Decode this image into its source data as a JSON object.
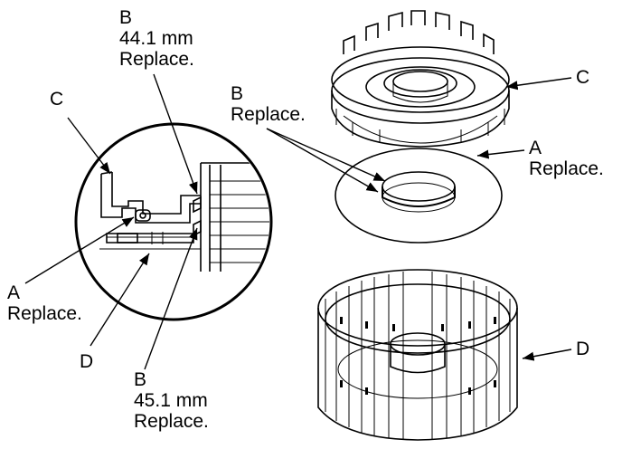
{
  "labels": {
    "top_b": {
      "letter": "B",
      "size": "44.1 mm",
      "action": "Replace."
    },
    "left_c": {
      "letter": "C"
    },
    "mid_b": {
      "letter": "B",
      "action": "Replace."
    },
    "right_c": {
      "letter": "C"
    },
    "right_a": {
      "letter": "A",
      "action": "Replace."
    },
    "left_a": {
      "letter": "A",
      "action": "Replace."
    },
    "left_d": {
      "letter": "D"
    },
    "bottom_b": {
      "letter": "B",
      "size": "45.1 mm",
      "action": "Replace."
    },
    "right_d": {
      "letter": "D"
    }
  }
}
